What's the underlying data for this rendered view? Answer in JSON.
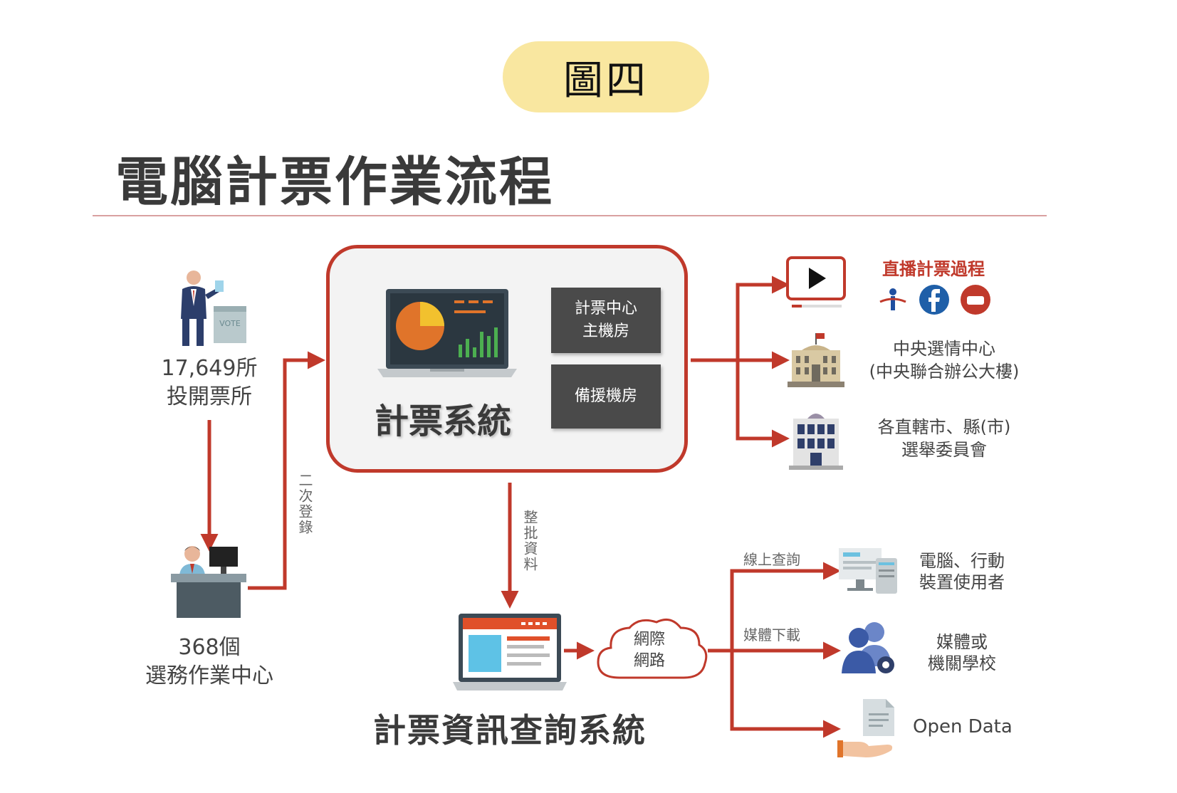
{
  "badge": "圖四",
  "title": "電腦計票作業流程",
  "left": {
    "stations_count": "17,649所",
    "stations_label": "投開票所",
    "centers_count": "368個",
    "centers_label": "選務作業中心",
    "vertical_label": "二次登錄",
    "vote_box_text": "VOTE"
  },
  "system": {
    "name": "計票系統",
    "room_main_line1": "計票中心",
    "room_main_line2": "主機房",
    "room_backup": "備援機房"
  },
  "outputs": {
    "live_title": "直播計票過程",
    "cec_line1": "中央選情中心",
    "cec_line2": "(中央聯合辦公大樓)",
    "local_line1": "各直轄市、縣(市)",
    "local_line2": "選舉委員會"
  },
  "query": {
    "batch_label": "整批資料",
    "system_name": "計票資訊查詢系統",
    "network_line1": "網際",
    "network_line2": "網路",
    "online_query": "線上查詢",
    "media_download": "媒體下載",
    "users_line1": "電腦、行動",
    "users_line2": "裝置使用者",
    "media_line1": "媒體或",
    "media_line2": "機關學校",
    "open_data": "Open Data"
  },
  "colors": {
    "arrow": "#c0392b",
    "box_border": "#c0392b",
    "badge": "#f9e7a0",
    "dark_box": "#4a4a4a"
  }
}
